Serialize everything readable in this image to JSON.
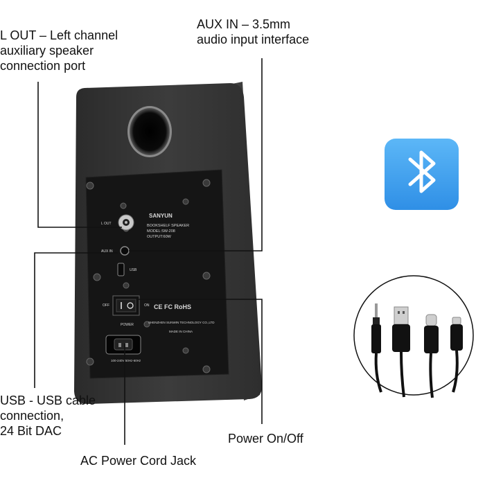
{
  "callouts": {
    "lout": {
      "lines": [
        "L OUT  –  Left channel",
        "auxiliary speaker",
        "connection port"
      ]
    },
    "auxin": {
      "lines": [
        "AUX IN  –  3.5mm",
        "audio input interface"
      ]
    },
    "usb": {
      "lines": [
        "USB - USB cable",
        "connection,",
        "24 Bit DAC"
      ]
    },
    "power": {
      "lines": [
        "Power On/Off"
      ]
    },
    "ac": {
      "lines": [
        "AC Power Cord Jack"
      ]
    }
  },
  "panel": {
    "brand": "SANYUN",
    "product_lines": [
      "BOOKSHELF SPEAKER",
      "MODEL:SW-208",
      "OUTPUT:60W"
    ],
    "label_lout": "L OUT",
    "label_auxin": "AUX IN",
    "label_usb": "USB",
    "label_off": "OFF",
    "label_on": "ON",
    "label_power": "POWER",
    "cert": "CE FC RoHS",
    "company": "SHENZHEN SUNWIN TECHNOLOGY CO.,LTD",
    "made_in": "MADE IN CHINA",
    "voltage": "100-240V/50Hz-60Hz"
  },
  "icons": {
    "bluetooth": "bluetooth-icon",
    "cables": [
      "audio-3.5mm-plug",
      "usb-a-plug",
      "usb-c-plug",
      "micro-usb-plug"
    ]
  },
  "colors": {
    "bluetooth_bg": "#3fa3f0",
    "cabinet": "#3a3a3a",
    "panel": "#151515",
    "leader_line": "#111111"
  }
}
